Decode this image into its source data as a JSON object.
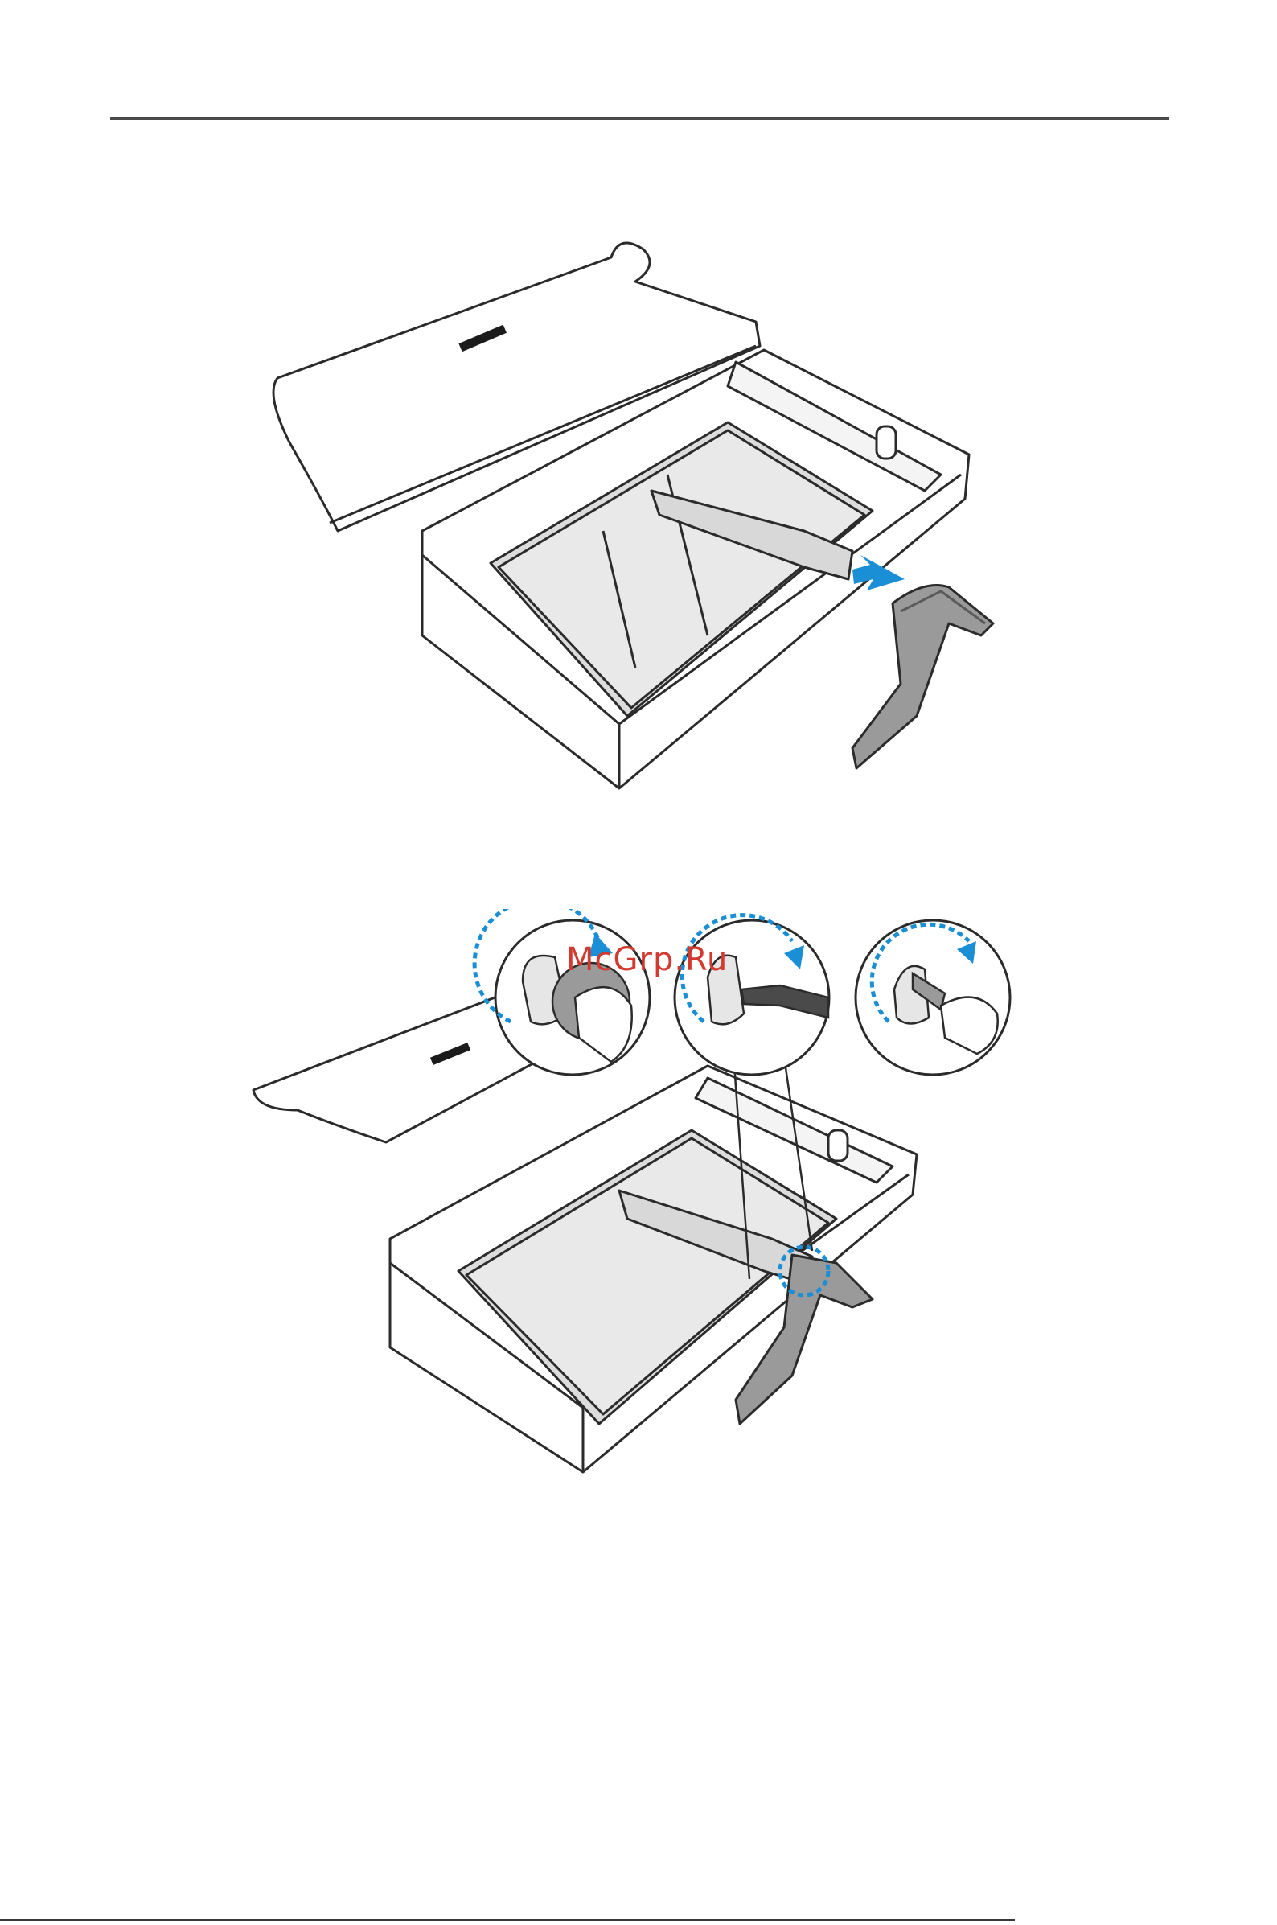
{
  "watermark": {
    "text": "McGrp.Ru"
  },
  "footer": {
    "text": ""
  },
  "colors": {
    "line": "#2b2b2b",
    "accent_blue": "#1a8fd6",
    "panel_gray": "#dcdcdc",
    "stand_gray": "#9a9a9a",
    "watermark": "#d23a2f"
  },
  "figures": [
    {
      "id": "step-attach-stand",
      "icons": [
        "box-open-icon",
        "monitor-back-icon",
        "stand-base-icon",
        "insert-arrow-icon"
      ]
    },
    {
      "id": "step-tighten-screw",
      "icons": [
        "press-thumbscrew-icon",
        "screwdriver-rotate-icon",
        "fold-handle-icon",
        "highlight-circle-icon"
      ]
    }
  ]
}
